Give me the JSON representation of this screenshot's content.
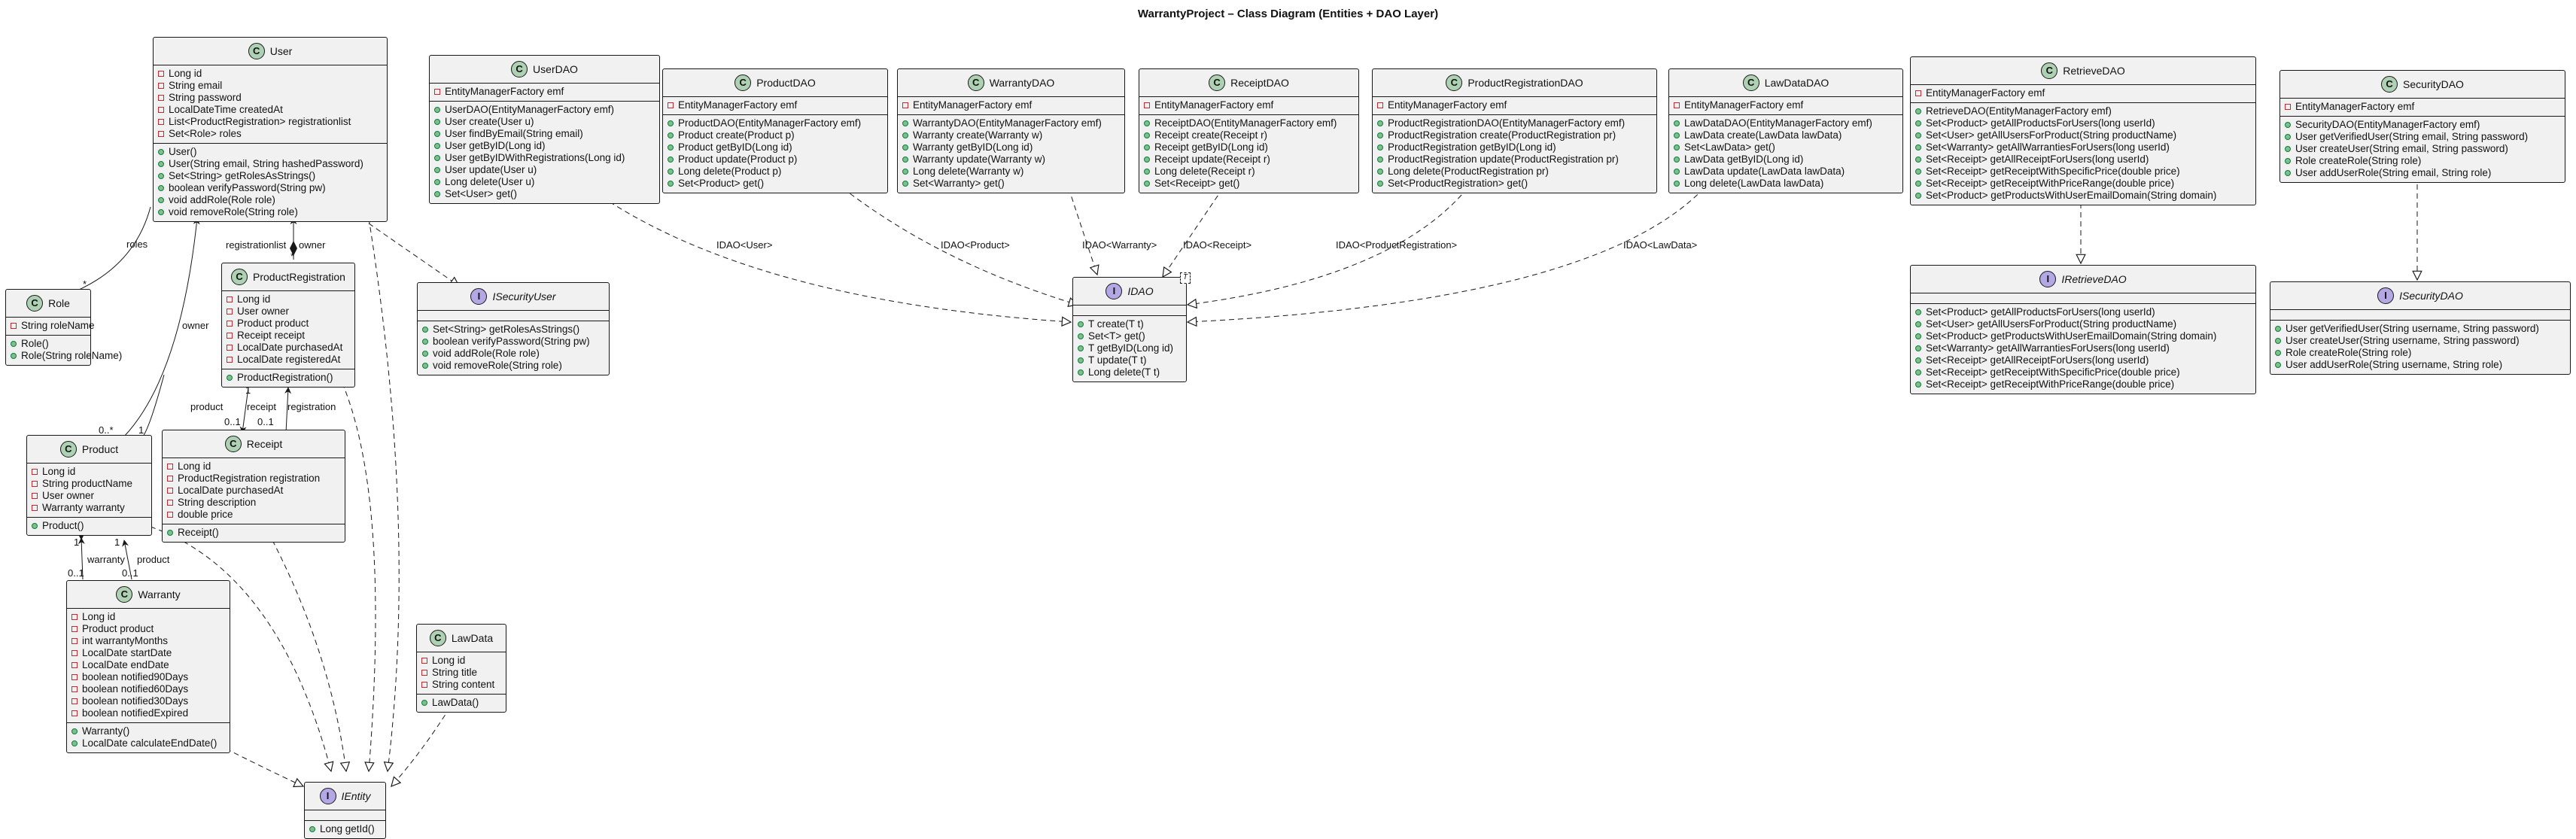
{
  "title": "WarrantyProject – Class Diagram (Entities + DAO Layer)",
  "classes": {
    "User": {
      "name": "User",
      "kind": "C",
      "fields": [
        "Long id",
        "String email",
        "String password",
        "LocalDateTime createdAt",
        "List<ProductRegistration> registrationlist",
        "Set<Role> roles"
      ],
      "methods": [
        "User()",
        "User(String email, String hashedPassword)",
        "Set<String> getRolesAsStrings()",
        "boolean verifyPassword(String pw)",
        "void addRole(Role role)",
        "void removeRole(String role)"
      ]
    },
    "Role": {
      "name": "Role",
      "kind": "C",
      "fields": [
        "String roleName"
      ],
      "methods": [
        "Role()",
        "Role(String roleName)"
      ]
    },
    "ProductRegistration": {
      "name": "ProductRegistration",
      "kind": "C",
      "fields": [
        "Long id",
        "User owner",
        "Product product",
        "Receipt receipt",
        "LocalDate purchasedAt",
        "LocalDate registeredAt"
      ],
      "methods": [
        "ProductRegistration()"
      ]
    },
    "Product": {
      "name": "Product",
      "kind": "C",
      "fields": [
        "Long id",
        "String productName",
        "User owner",
        "Warranty warranty"
      ],
      "methods": [
        "Product()"
      ]
    },
    "Receipt": {
      "name": "Receipt",
      "kind": "C",
      "fields": [
        "Long id",
        "ProductRegistration registration",
        "LocalDate purchasedAt",
        "String description",
        "double price"
      ],
      "methods": [
        "Receipt()"
      ]
    },
    "Warranty": {
      "name": "Warranty",
      "kind": "C",
      "fields": [
        "Long id",
        "Product product",
        "int warrantyMonths",
        "LocalDate startDate",
        "LocalDate endDate",
        "boolean notified90Days",
        "boolean notified60Days",
        "boolean notified30Days",
        "boolean notifiedExpired"
      ],
      "methods": [
        "Warranty()",
        "LocalDate calculateEndDate()"
      ]
    },
    "LawData": {
      "name": "LawData",
      "kind": "C",
      "fields": [
        "Long id",
        "String title",
        "String content"
      ],
      "methods": [
        "LawData()"
      ]
    },
    "IEntity": {
      "name": "IEntity",
      "kind": "I",
      "fields": [],
      "methods": [
        "Long getId()"
      ]
    },
    "ISecurityUser": {
      "name": "ISecurityUser",
      "kind": "I",
      "fields": [],
      "methods": [
        "Set<String> getRolesAsStrings()",
        "boolean verifyPassword(String pw)",
        "void addRole(Role role)",
        "void removeRole(String role)"
      ]
    },
    "UserDAO": {
      "name": "UserDAO",
      "kind": "C",
      "fields": [
        "EntityManagerFactory emf"
      ],
      "methods": [
        "UserDAO(EntityManagerFactory emf)",
        "User create(User u)",
        "User findByEmail(String email)",
        "User getByID(Long id)",
        "User getByIDWithRegistrations(Long id)",
        "User update(User u)",
        "Long delete(User u)",
        "Set<User> get()"
      ]
    },
    "ProductDAO": {
      "name": "ProductDAO",
      "kind": "C",
      "fields": [
        "EntityManagerFactory emf"
      ],
      "methods": [
        "ProductDAO(EntityManagerFactory emf)",
        "Product create(Product p)",
        "Product getByID(Long id)",
        "Product update(Product p)",
        "Long delete(Product p)",
        "Set<Product> get()"
      ]
    },
    "WarrantyDAO": {
      "name": "WarrantyDAO",
      "kind": "C",
      "fields": [
        "EntityManagerFactory emf"
      ],
      "methods": [
        "WarrantyDAO(EntityManagerFactory emf)",
        "Warranty create(Warranty w)",
        "Warranty getByID(Long id)",
        "Warranty update(Warranty w)",
        "Long delete(Warranty w)",
        "Set<Warranty> get()"
      ]
    },
    "ReceiptDAO": {
      "name": "ReceiptDAO",
      "kind": "C",
      "fields": [
        "EntityManagerFactory emf"
      ],
      "methods": [
        "ReceiptDAO(EntityManagerFactory emf)",
        "Receipt create(Receipt r)",
        "Receipt getByID(Long id)",
        "Receipt update(Receipt r)",
        "Long delete(Receipt r)",
        "Set<Receipt> get()"
      ]
    },
    "ProductRegistrationDAO": {
      "name": "ProductRegistrationDAO",
      "kind": "C",
      "fields": [
        "EntityManagerFactory emf"
      ],
      "methods": [
        "ProductRegistrationDAO(EntityManagerFactory emf)",
        "ProductRegistration create(ProductRegistration pr)",
        "ProductRegistration getByID(Long id)",
        "ProductRegistration update(ProductRegistration pr)",
        "Long delete(ProductRegistration pr)",
        "Set<ProductRegistration> get()"
      ]
    },
    "LawDataDAO": {
      "name": "LawDataDAO",
      "kind": "C",
      "fields": [
        "EntityManagerFactory emf"
      ],
      "methods": [
        "LawDataDAO(EntityManagerFactory emf)",
        "LawData create(LawData lawData)",
        "Set<LawData> get()",
        "LawData getByID(Long id)",
        "LawData update(LawData lawData)",
        "Long delete(LawData lawData)"
      ]
    },
    "IDAO": {
      "name": "IDAO",
      "kind": "I",
      "generic": "T",
      "fields": [],
      "methods": [
        "T create(T t)",
        "Set<T> get()",
        "T getByID(Long id)",
        "T update(T t)",
        "Long delete(T t)"
      ]
    },
    "RetrieveDAO": {
      "name": "RetrieveDAO",
      "kind": "C",
      "fields": [
        "EntityManagerFactory emf"
      ],
      "methods": [
        "RetrieveDAO(EntityManagerFactory emf)",
        "Set<Product> getAllProductsForUsers(long userId)",
        "Set<User> getAllUsersForProduct(String productName)",
        "Set<Warranty> getAllWarrantiesForUsers(long userId)",
        "Set<Receipt> getAllReceiptForUsers(long userId)",
        "Set<Receipt> getReceiptWithSpecificPrice(double price)",
        "Set<Receipt> getReceiptWithPriceRange(double price)",
        "Set<Product> getProductsWithUserEmailDomain(String domain)"
      ]
    },
    "IRetrieveDAO": {
      "name": "IRetrieveDAO",
      "kind": "I",
      "fields": [],
      "methods": [
        "Set<Product> getAllProductsForUsers(long userId)",
        "Set<User> getAllUsersForProduct(String productName)",
        "Set<Product> getProductsWithUserEmailDomain(String domain)",
        "Set<Warranty> getAllWarrantiesForUsers(long userId)",
        "Set<Receipt> getAllReceiptForUsers(long userId)",
        "Set<Receipt> getReceiptWithSpecificPrice(double price)",
        "Set<Receipt> getReceiptWithPriceRange(double price)"
      ]
    },
    "SecurityDAO": {
      "name": "SecurityDAO",
      "kind": "C",
      "fields": [
        "EntityManagerFactory emf"
      ],
      "methods": [
        "SecurityDAO(EntityManagerFactory emf)",
        "User getVerifiedUser(String email, String password)",
        "User createUser(String email, String password)",
        "Role createRole(String role)",
        "User addUserRole(String email, String role)"
      ]
    },
    "ISecurityDAO": {
      "name": "ISecurityDAO",
      "kind": "I",
      "fields": [],
      "methods": [
        "User getVerifiedUser(String username, String password)",
        "User createUser(String username, String password)",
        "Role createRole(String role)",
        "User addUserRole(String username, String role)"
      ]
    }
  },
  "edge_labels": {
    "roles": "roles",
    "roles_mult": "*",
    "registrationlist": "registrationlist",
    "registrationlist_mult": "*",
    "owner": "owner",
    "owner_mult": "0..*",
    "owner2": "owner",
    "owner2_mult": "0..*",
    "product": "product",
    "product_mult_a": "1",
    "product_mult_b": "1",
    "receipt": "receipt",
    "receipt_mult_a": "1",
    "receipt_mult_b": "0..1",
    "registration": "registration",
    "registration_mult": "0..1",
    "warranty": "warranty",
    "warranty_mult_a": "1",
    "warranty_mult_b": "0..1",
    "product2": "product",
    "product2_mult_a": "1",
    "product2_mult_b": "0..1",
    "idao_user": "IDAO<User>",
    "idao_product": "IDAO<Product>",
    "idao_warranty": "IDAO<Warranty>",
    "idao_receipt": "IDAO<Receipt>",
    "idao_pr": "IDAO<ProductRegistration>",
    "idao_law": "IDAO<LawData>"
  }
}
